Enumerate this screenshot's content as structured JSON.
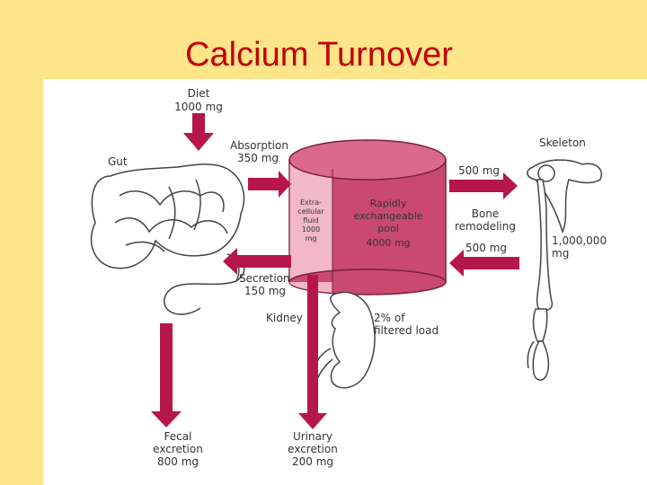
{
  "title": "Calcium Turnover",
  "colors": {
    "background": "#ffe58a",
    "title": "#c00000",
    "arrow": "#b5174a",
    "pool": "#c94a6e",
    "pool_light": "#f2b8c8",
    "figure_bg": "#ffffff"
  },
  "labels": {
    "diet": "Diet",
    "diet_amount": "1000 mg",
    "gut": "Gut",
    "absorption": "Absorption",
    "absorption_amount": "350 mg",
    "secretion": "Secretion",
    "secretion_amount": "150 mg",
    "ecf_line1": "Extra-",
    "ecf_line2": "cellular",
    "ecf_line3": "fluid",
    "ecf_line4": "1000",
    "ecf_line5": "mg",
    "pool_line1": "Rapidly",
    "pool_line2": "exchangeable",
    "pool_line3": "pool",
    "pool_line4": "4000 mg",
    "skeleton": "Skeleton",
    "to_bone_amount": "500 mg",
    "bone_remodeling_line1": "Bone",
    "bone_remodeling_line2": "remodeling",
    "from_bone_amount": "500 mg",
    "skeleton_amount_line1": "1,000,000",
    "skeleton_amount_line2": "mg",
    "kidney": "Kidney",
    "filtered_line1": "2% of",
    "filtered_line2": "filtered load",
    "fecal_line1": "Fecal",
    "fecal_line2": "excretion",
    "fecal_line3": "800 mg",
    "urinary_line1": "Urinary",
    "urinary_line2": "excretion",
    "urinary_line3": "200 mg"
  }
}
